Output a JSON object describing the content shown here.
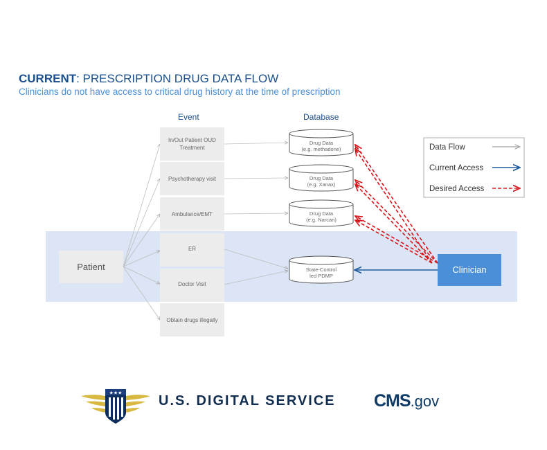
{
  "header": {
    "title_bold": "CURRENT",
    "title_rest": ": PRESCRIPTION DRUG DATA FLOW",
    "subtitle": "Clinicians do not have access to critical drug history at the time of prescription"
  },
  "columns": {
    "event": "Event",
    "database": "Database"
  },
  "nodes": {
    "patient": "Patient",
    "clinician": "Clinician",
    "events": [
      "In/Out Patient OUD",
      "Treatment",
      "Psychotherapy visit",
      "Ambulance/EMT",
      "ER",
      "Doctor Visit",
      "Obtain drugs illegally"
    ],
    "databases": [
      {
        "line1": "Drug Data",
        "line2": "(e.g. methadone)"
      },
      {
        "line1": "Drug Data",
        "line2": "(e.g. Xanax)"
      },
      {
        "line1": "Drug Data",
        "line2": "(e.g. Narcan)"
      },
      {
        "line1": "State-Control",
        "line2": "led PDMP"
      }
    ]
  },
  "legend": {
    "data_flow": "Data Flow",
    "current_access": "Current Access",
    "desired_access": "Desired Access"
  },
  "colors": {
    "data_flow": "#a0a0a0",
    "current_access": "#1f5a9e",
    "desired_access": "#d9141a",
    "clinician_fill": "#4a8fd8",
    "band": "#dbe5f5"
  },
  "logos": {
    "usds_name": "U.S. DIGITAL SERVICE",
    "cms_bold": "CMS",
    "cms_rest": ".gov"
  }
}
